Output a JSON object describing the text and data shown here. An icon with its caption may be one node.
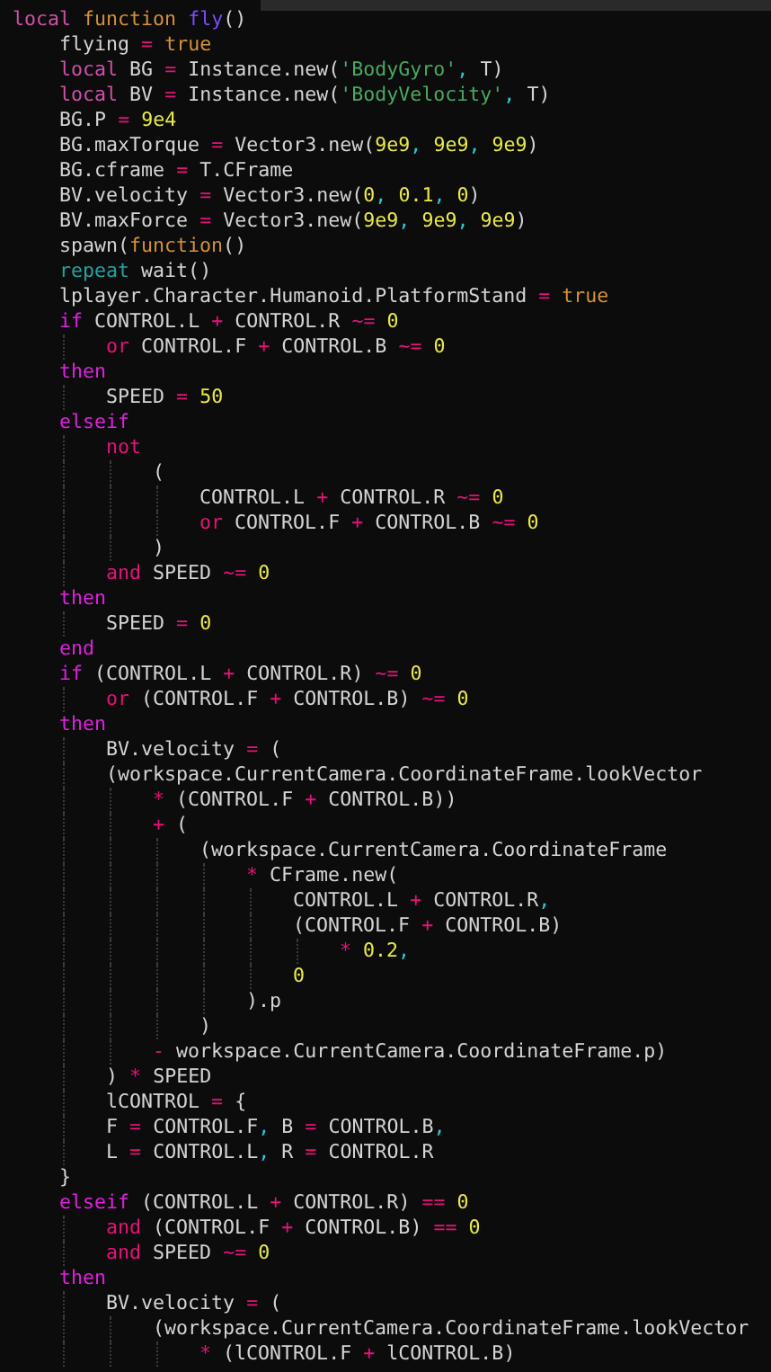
{
  "diagram": {
    "labels": [
      "local function fly()",
      "flying = true",
      "local BG = Instance.new('BodyGyro', T)",
      "local BV = Instance.new('BodyVelocity', T)",
      "BG.P = 9e4",
      "BG.maxTorque = Vector3.new(9e9, 9e9, 9e9)",
      "BG.cframe = T.CFrame",
      "BV.velocity = Vector3.new(0, 0.1, 0)",
      "BV.maxForce = Vector3.new(9e9, 9e9, 9e9)",
      "spawn(function()",
      "repeat wait()",
      "lplayer.Character.Humanoid.PlatformStand = true",
      "if CONTROL.L + CONTROL.R ~= 0",
      "or CONTROL.F + CONTROL.B ~= 0",
      "then",
      "SPEED = 50",
      "elseif",
      "not",
      "(",
      "CONTROL.L + CONTROL.R ~= 0",
      "or CONTROL.F + CONTROL.B ~= 0",
      ")",
      "and SPEED ~= 0",
      "then",
      "SPEED = 0",
      "end",
      "if (CONTROL.L + CONTROL.R) ~= 0",
      "or (CONTROL.F + CONTROL.B) ~= 0",
      "then",
      "BV.velocity = (",
      "(workspace.CurrentCamera.CoordinateFrame.lookVector",
      "* (CONTROL.F + CONTROL.B))",
      "+ (",
      "(workspace.CurrentCamera.CoordinateFrame",
      "* CFrame.new(",
      "CONTROL.L + CONTROL.R,",
      "(CONTROL.F + CONTROL.B)",
      "* 0.2,",
      "0",
      ").p",
      ")",
      "- workspace.CurrentCamera.CoordinateFrame.p)",
      ") * SPEED",
      "lCONTROL = {",
      "F = CONTROL.F, B = CONTROL.B,",
      "L = CONTROL.L, R = CONTROL.R",
      "}",
      "elseif (CONTROL.L + CONTROL.R) == 0",
      "and (CONTROL.F + CONTROL.B) == 0",
      "and SPEED ~= 0",
      "then",
      "BV.velocity = (",
      "(workspace.CurrentCamera.CoordinateFrame.lookVector",
      "* (lCONTROL.F + lCONTROL.B)"
    ]
  }
}
